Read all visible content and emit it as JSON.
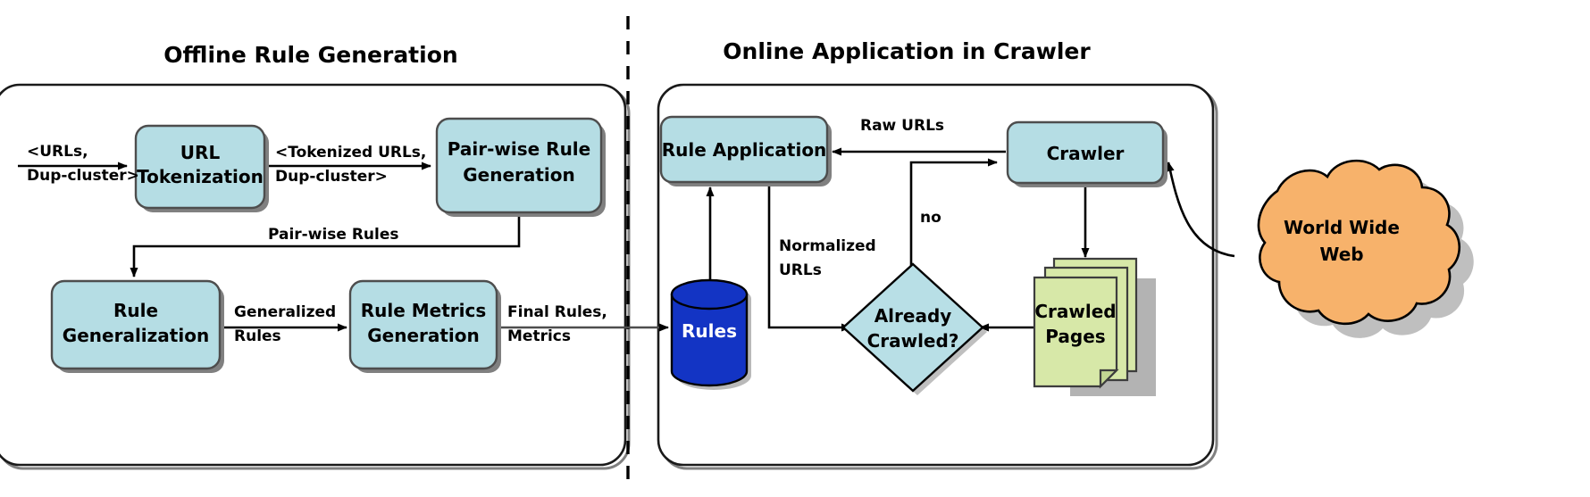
{
  "diagram": {
    "type": "flowchart",
    "title_left": "Offline Rule Generation",
    "title_right": "Online Application in Crawler",
    "divider": "vertical-dashed-separator"
  },
  "colors": {
    "process_box": "#b5dde4",
    "process_border": "#4d4d4d",
    "decision": "#b8dfe6",
    "database": "#1334c4",
    "database_text": "#ffffff",
    "pages": "#d7e8a8",
    "cloud": "#f7b26b",
    "container_border": "#333333",
    "shadow": "#808080",
    "arrow": "#000000",
    "background": "#ffffff"
  },
  "left_panel": {
    "title": "Offline Rule Generation",
    "nodes": [
      {
        "id": "url-tokenization",
        "label_lines": [
          "URL",
          "Tokenization"
        ]
      },
      {
        "id": "pair-wise-rule-generation",
        "label_lines": [
          "Pair-wise Rule",
          "Generation"
        ]
      },
      {
        "id": "rule-generalization",
        "label_lines": [
          "Rule",
          "Generalization"
        ]
      },
      {
        "id": "rule-metrics-generation",
        "label_lines": [
          "Rule Metrics",
          "Generation"
        ]
      }
    ],
    "edges": [
      {
        "id": "input-urls",
        "label_lines": [
          "<URLs,",
          "Dup-cluster>"
        ],
        "from": "external-input",
        "to": "url-tokenization"
      },
      {
        "id": "tokenized-urls",
        "label_lines": [
          "<Tokenized URLs,",
          "Dup-cluster>"
        ],
        "from": "url-tokenization",
        "to": "pair-wise-rule-generation"
      },
      {
        "id": "pair-wise-rules",
        "label_lines": [
          "Pair-wise Rules"
        ],
        "from": "pair-wise-rule-generation",
        "to": "rule-generalization"
      },
      {
        "id": "generalized-rules",
        "label_lines": [
          "Generalized",
          "Rules"
        ],
        "from": "rule-generalization",
        "to": "rule-metrics-generation"
      },
      {
        "id": "final-rules-metrics",
        "label_lines": [
          "Final Rules,",
          "Metrics"
        ],
        "from": "rule-metrics-generation",
        "to": "rules-database"
      }
    ]
  },
  "right_panel": {
    "title": "Online Application in Crawler",
    "nodes": [
      {
        "id": "rule-application",
        "label_lines": [
          "Rule Application"
        ],
        "shape": "rounded-box"
      },
      {
        "id": "crawler",
        "label_lines": [
          "Crawler"
        ],
        "shape": "rounded-box"
      },
      {
        "id": "rules-database",
        "label_lines": [
          "Rules"
        ],
        "shape": "cylinder"
      },
      {
        "id": "already-crawled",
        "label_lines": [
          "Already",
          "Crawled?"
        ],
        "shape": "diamond"
      },
      {
        "id": "crawled-pages",
        "label_lines": [
          "Crawled",
          "Pages"
        ],
        "shape": "document-stack"
      },
      {
        "id": "world-wide-web",
        "label_lines": [
          "World Wide",
          "Web"
        ],
        "shape": "cloud"
      }
    ],
    "edges": [
      {
        "id": "raw-urls",
        "label_lines": [
          "Raw URLs"
        ],
        "from": "crawler",
        "to": "rule-application"
      },
      {
        "id": "normalized-urls",
        "label_lines": [
          "Normalized",
          "URLs"
        ],
        "from": "rule-application",
        "to": "already-crawled"
      },
      {
        "id": "rules-to-rule-application",
        "label_lines": [],
        "from": "rules-database",
        "to": "rule-application"
      },
      {
        "id": "no-branch",
        "label_lines": [
          "no"
        ],
        "from": "already-crawled",
        "to": "crawler"
      },
      {
        "id": "crawler-to-pages",
        "label_lines": [],
        "from": "crawler",
        "to": "crawled-pages"
      },
      {
        "id": "pages-to-decision",
        "label_lines": [],
        "from": "crawled-pages",
        "to": "already-crawled"
      },
      {
        "id": "web-to-crawler",
        "label_lines": [],
        "from": "world-wide-web",
        "to": "crawler"
      }
    ]
  }
}
